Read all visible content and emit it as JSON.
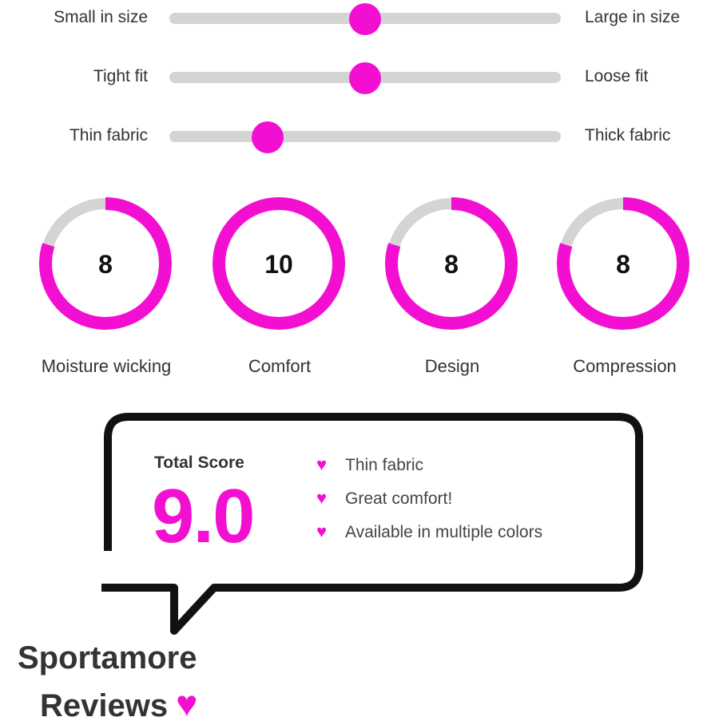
{
  "sliders": [
    {
      "left": "Small in size",
      "right": "Large in size",
      "value": 0.5
    },
    {
      "left": "Tight fit",
      "right": "Loose fit",
      "value": 0.5
    },
    {
      "left": "Thin fabric",
      "right": "Thick fabric",
      "value": 0.25
    }
  ],
  "ratings": [
    {
      "label": "Moisture wicking",
      "value": "8",
      "max": 10
    },
    {
      "label": "Comfort",
      "value": "10",
      "max": 10
    },
    {
      "label": "Design",
      "value": "8",
      "max": 10
    },
    {
      "label": "Compression",
      "value": "8",
      "max": 10
    }
  ],
  "summary": {
    "total_label": "Total Score",
    "total_value": "9.0",
    "pros": [
      "Thin fabric",
      "Great comfort!",
      "Available in multiple colors"
    ]
  },
  "brand": {
    "line1": "Sportamore",
    "line2": "Reviews",
    "heart_icon": "heart-icon"
  },
  "colors": {
    "accent": "#f20fd2",
    "track": "#d4d4d4",
    "outline": "#111111"
  }
}
